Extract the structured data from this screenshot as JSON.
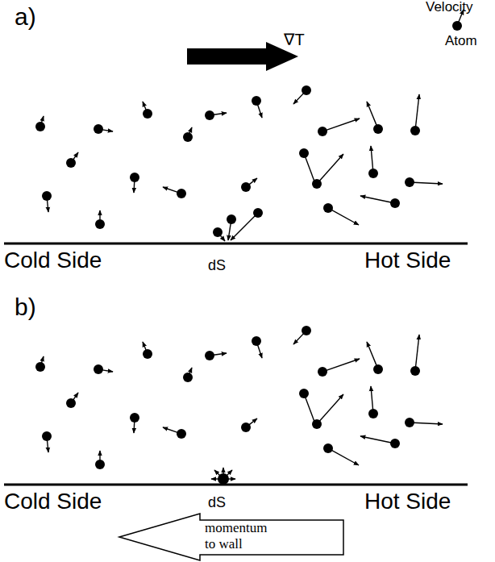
{
  "diagram": {
    "labels": [
      "a)",
      "∇T",
      "Velocity",
      "Atom",
      "Cold Side",
      "dS",
      "Hot Side",
      "b)",
      "Cold Side",
      "dS",
      "Hot Side",
      "momentum",
      "to wall"
    ]
  }
}
